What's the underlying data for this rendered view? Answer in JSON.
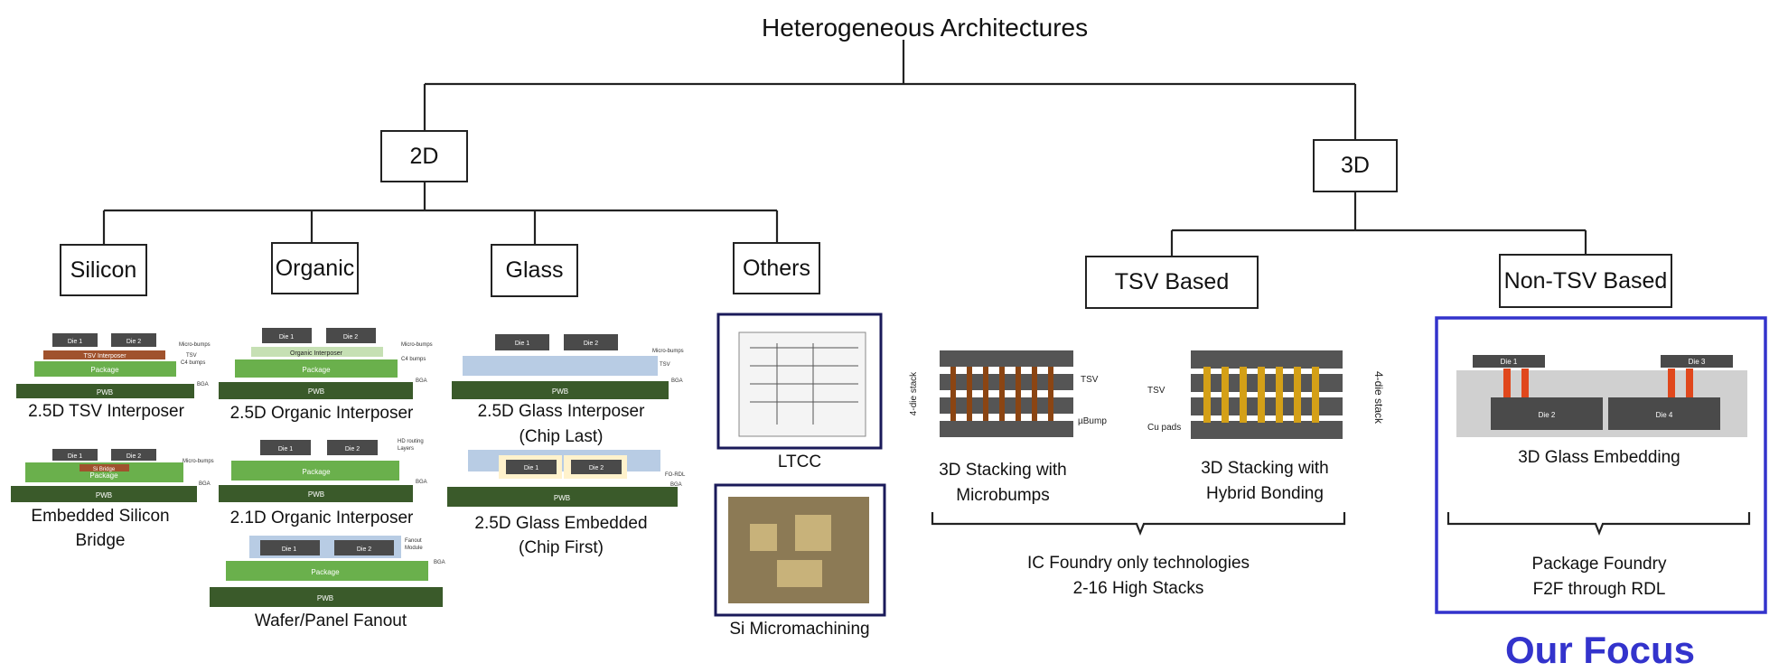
{
  "title": "Heterogeneous Architectures",
  "nodes": {
    "2d": "2D",
    "3d": "3D",
    "silicon": "Silicon",
    "organic": "Organic",
    "glass": "Glass",
    "others": "Others",
    "tsv_based": "TSV Based",
    "non_tsv_based": "Non-TSV Based"
  },
  "captions": {
    "tsv_interposer": "2.5D TSV Interposer",
    "embedded_bridge_1": "Embedded Silicon",
    "embedded_bridge_2": "Bridge",
    "organic_interposer": "2.5D Organic Interposer",
    "organic_21d": "2.1D Organic Interposer",
    "fanout": "Wafer/Panel Fanout",
    "glass_interposer_1": "2.5D Glass Interposer",
    "glass_interposer_2": "(Chip Last)",
    "glass_embedded_1": "2.5D Glass Embedded",
    "glass_embedded_2": "(Chip First)",
    "ltcc": "LTCC",
    "si_micromachining": "Si Micromachining",
    "microbumps_1": "3D Stacking with",
    "microbumps_2": "Microbumps",
    "hybrid_1": "3D Stacking with",
    "hybrid_2": "Hybrid Bonding",
    "ic_foundry_1": "IC Foundry only technologies",
    "ic_foundry_2": "2-16 High Stacks",
    "glass_embedding": "3D Glass Embedding",
    "package_foundry_1": "Package Foundry",
    "package_foundry_2": "F2F through RDL",
    "our_focus": "Our Focus"
  },
  "labels": {
    "die1": "Die 1",
    "die2": "Die 2",
    "die3": "Die 3",
    "die4": "Die 4",
    "pwb": "PWB",
    "package": "Package",
    "tsv_interposer": "TSV Interposer",
    "organic_interposer": "Organic Interposer",
    "si_bridge": "Si Bridge",
    "micro_bumps": "Micro-bumps",
    "tsv": "TSV",
    "c4_bumps": "C4 bumps",
    "bga": "BGA",
    "hd_routing": "HD routing",
    "layers": "Layers",
    "fanout": "Fanout",
    "module": "Module",
    "fo_rdl": "FO-RDL",
    "die_stack": "4-die stack",
    "ubump": "µBump",
    "cu_pads": "Cu pads"
  },
  "colors": {
    "pwb": "#3a5a2a",
    "package": "#6ab04c",
    "die": "#4a4a4a",
    "focus": "#3333cc",
    "tsv": "#8b4513",
    "glass": "#b8cce4"
  }
}
